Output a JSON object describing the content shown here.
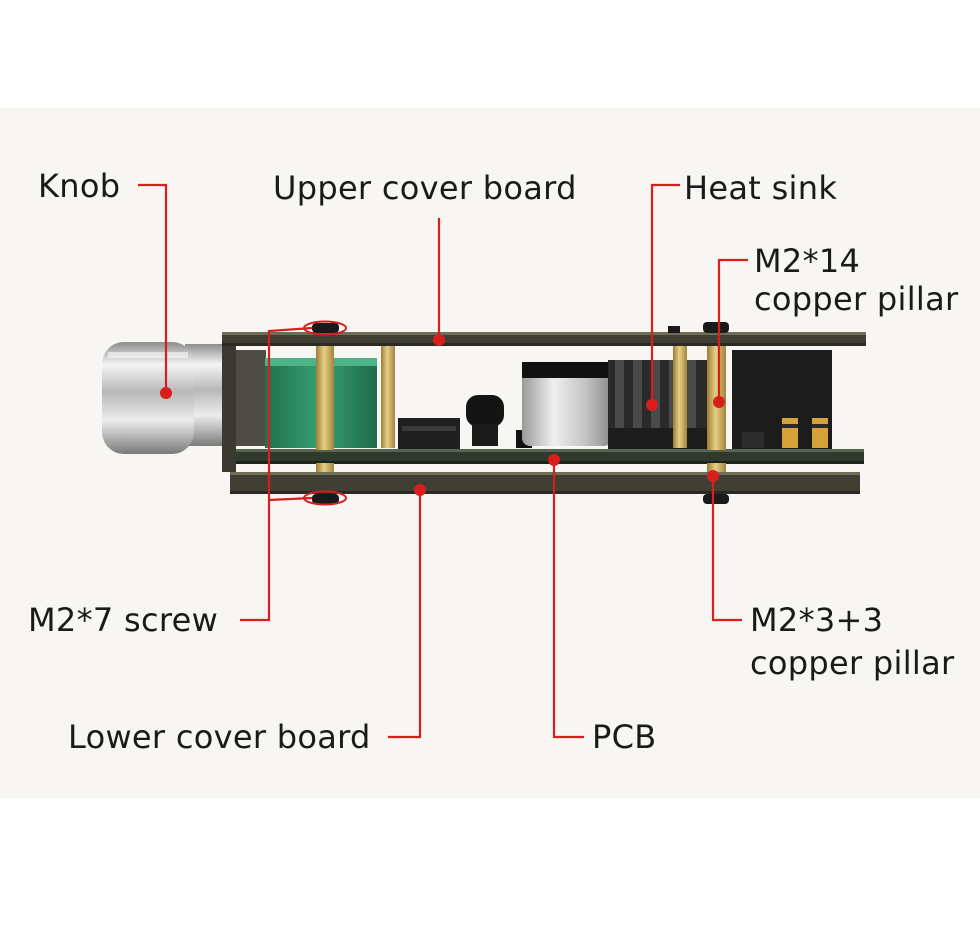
{
  "labels": {
    "knob": "Knob",
    "upper_cover_board": "Upper cover board",
    "heat_sink": "Heat sink",
    "m2_14_line1": "M2*14",
    "m2_14_line2": "copper pillar",
    "m2_7_screw": "M2*7 screw",
    "m2_3_3_line1": "M2*3+3",
    "m2_3_3_line2": "copper pillar",
    "lower_cover_board": "Lower cover board",
    "pcb": "PCB"
  },
  "colors": {
    "callout": "#d91e1e",
    "background": "#f7f6f2",
    "board": "#3f3f33",
    "pcb": "#2f3a2d",
    "brass": "#c7a85a",
    "potentiometer": "#2f8a63",
    "capacitor": "#cfcfcf",
    "heat_sink": "#2a2a2a",
    "knob": "#c9c9c9"
  }
}
